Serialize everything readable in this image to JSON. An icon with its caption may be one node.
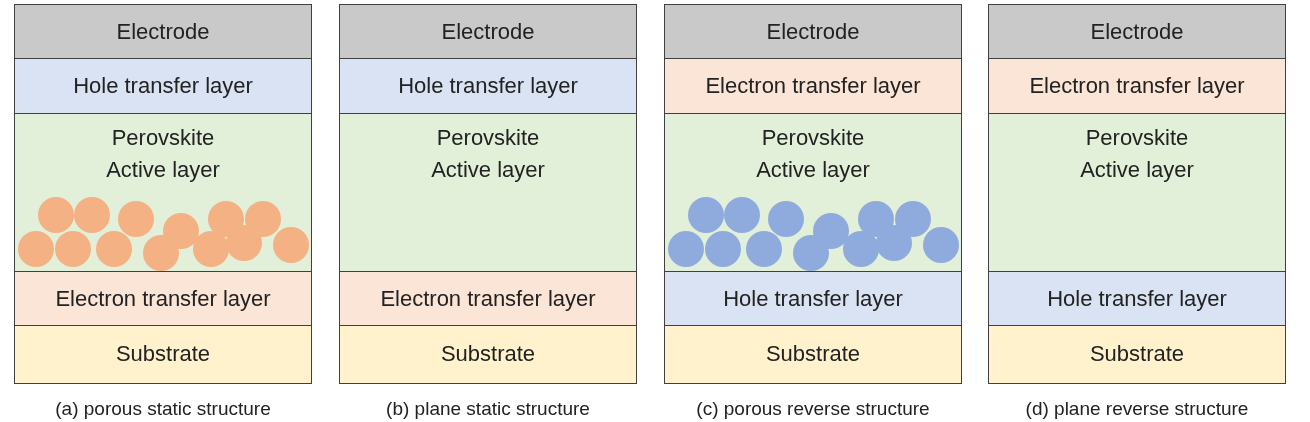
{
  "diagram": {
    "nodes": [
      {
        "text": [
          "Electrode"
        ]
      },
      {
        "text": [
          "Hole transfer layer"
        ]
      },
      {
        "text": [
          "Perovskite Active layer"
        ]
      },
      {
        "text": [
          "Electron transfer layer"
        ]
      },
      {
        "text": [
          "Substrate"
        ]
      },
      {
        "text": [
          "Electrode"
        ]
      },
      {
        "text": [
          "Hole transfer layer"
        ]
      },
      {
        "text": [
          "Perovskite Active layer"
        ]
      },
      {
        "text": [
          "Electron transfer layer"
        ]
      },
      {
        "text": [
          "Substrate"
        ]
      },
      {
        "text": [
          "Electrode"
        ]
      },
      {
        "text": [
          "Electron transfer layer"
        ]
      },
      {
        "text": [
          "Perovskite Active layer"
        ]
      },
      {
        "text": [
          "Hole transfer layer"
        ]
      },
      {
        "text": [
          "Substrate"
        ]
      },
      {
        "text": [
          "Electrode"
        ]
      },
      {
        "text": [
          "Electron transfer layer"
        ]
      },
      {
        "text": [
          "Perovskite Active layer"
        ]
      },
      {
        "text": [
          "Hole transfer layer"
        ]
      },
      {
        "text": [
          "Substrate"
        ]
      }
    ],
    "labels": [
      "(a) porous static structure",
      "(b) plane static structure",
      "(c) porous reverse structure",
      "(d) plane reverse structure"
    ]
  }
}
